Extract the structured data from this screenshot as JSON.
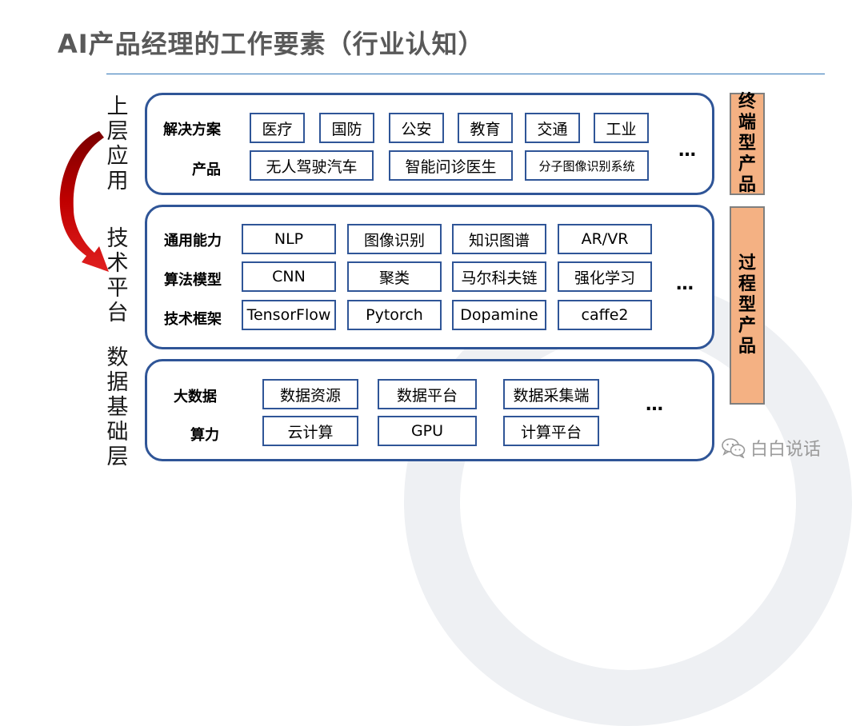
{
  "title": "AI产品经理的工作要素（行业认知）",
  "layers": [
    {
      "label": "上层应用"
    },
    {
      "label": "技术平台"
    },
    {
      "label": "数据基础层"
    }
  ],
  "application": {
    "rows": [
      {
        "label": "解决方案",
        "items": [
          "医疗",
          "国防",
          "公安",
          "教育",
          "交通",
          "工业"
        ]
      },
      {
        "label": "产品",
        "items": [
          "无人驾驶汽车",
          "智能问诊医生",
          "分子图像识别系统"
        ]
      }
    ],
    "ellipsis": "…"
  },
  "platform": {
    "rows": [
      {
        "label": "通用能力",
        "items": [
          "NLP",
          "图像识别",
          "知识图谱",
          "AR/VR"
        ]
      },
      {
        "label": "算法模型",
        "items": [
          "CNN",
          "聚类",
          "马尔科夫链",
          "强化学习"
        ]
      },
      {
        "label": "技术框架",
        "items": [
          "TensorFlow",
          "Pytorch",
          "Dopamine",
          "caffe2"
        ]
      }
    ],
    "ellipsis": "…"
  },
  "data_layer": {
    "rows": [
      {
        "label": "大数据",
        "items": [
          "数据资源",
          "数据平台",
          "数据采集端"
        ]
      },
      {
        "label": "算力",
        "items": [
          "云计算",
          "GPU",
          "计算平台"
        ]
      }
    ],
    "ellipsis": "…"
  },
  "side_labels": {
    "terminal": "终端型产品",
    "process": "过程型产品"
  },
  "brand": {
    "icon": "wechat-icon",
    "text": "白白说话"
  },
  "colors": {
    "border": "#2f5597",
    "rule": "#2e75b6",
    "side_fill": "#f4b183",
    "arrow": "#c00000"
  }
}
